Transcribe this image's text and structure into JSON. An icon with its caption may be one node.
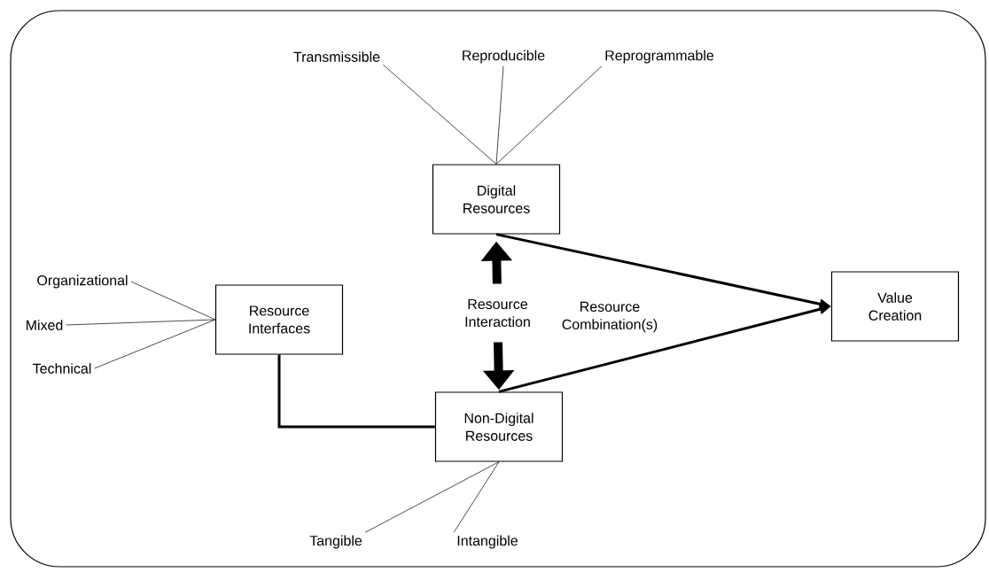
{
  "diagram": {
    "nodes": [
      {
        "text": [
          "Digital Resources"
        ]
      },
      {
        "text": [
          "Resource Interfaces"
        ]
      },
      {
        "text": [
          "Non-Digital Resources"
        ]
      },
      {
        "text": [
          "Value Creation"
        ]
      },
      {
        "text": [
          "Transmissible"
        ]
      },
      {
        "text": [
          "Reproducible"
        ]
      },
      {
        "text": [
          "Reprogrammable"
        ]
      },
      {
        "text": [
          "Organizational"
        ]
      },
      {
        "text": [
          "Mixed"
        ]
      },
      {
        "text": [
          "Technical"
        ]
      },
      {
        "text": [
          "Tangible"
        ]
      },
      {
        "text": [
          "Intangible"
        ]
      }
    ],
    "edges": [
      {
        "from": 0,
        "to": 2,
        "arrow": "both",
        "label": "Resource Interaction",
        "style": "thick"
      },
      {
        "from": 0,
        "to": 3,
        "arrow": "to",
        "label": "Resource Combination(s)",
        "style": "thick"
      },
      {
        "from": 2,
        "to": 3,
        "arrow": "to",
        "style": "thick"
      },
      {
        "from": 1,
        "to": 2,
        "arrow": "none",
        "style": "thick"
      },
      {
        "from": 4,
        "to": 0,
        "arrow": "none"
      },
      {
        "from": 5,
        "to": 0,
        "arrow": "none"
      },
      {
        "from": 6,
        "to": 0,
        "arrow": "none"
      },
      {
        "from": 7,
        "to": 1,
        "arrow": "none"
      },
      {
        "from": 8,
        "to": 1,
        "arrow": "none"
      },
      {
        "from": 9,
        "to": 1,
        "arrow": "none"
      },
      {
        "from": 10,
        "to": 2,
        "arrow": "none"
      },
      {
        "from": 11,
        "to": 2,
        "arrow": "none"
      }
    ]
  }
}
